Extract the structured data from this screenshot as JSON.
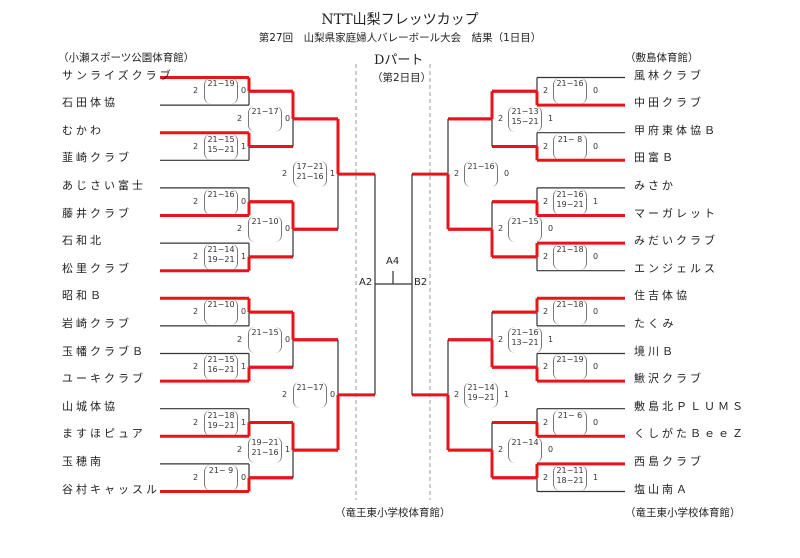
{
  "header": {
    "title": "NTT山梨フレッツカップ",
    "subtitle": "第27回　山梨県家庭婦人バレーボール大会　結果（1日目）"
  },
  "center": {
    "part": "Dパート",
    "day": "（第2日目）",
    "venue": "（竜王東小学校体育館）",
    "left_final_label": "A2",
    "right_final_label": "B2",
    "final_label": "A4"
  },
  "colors": {
    "winner": "#e8141b",
    "line": "#333333",
    "divider": "#999999"
  },
  "left": {
    "venue": "（小瀬スポーツ公園体育館）",
    "teams": [
      "サンライズクラブ",
      "石田体協",
      "むかわ",
      "韮崎クラブ",
      "あじさい富士",
      "藤井クラブ",
      "石和北",
      "松里クラブ",
      "昭和Ｂ",
      "岩崎クラブ",
      "玉幡クラブＢ",
      "ユーキクラブ",
      "山城体協",
      "ますほピュア",
      "玉穂南",
      "谷村キャッスル"
    ],
    "rounds": [
      [
        {
          "winner": "top",
          "winner_sets": "2",
          "loser_sets": "0",
          "scores": [
            "21−19"
          ]
        },
        {
          "winner": "top",
          "winner_sets": "2",
          "loser_sets": "1",
          "scores": [
            "21−15",
            "15−21"
          ]
        },
        {
          "winner": "bottom",
          "winner_sets": "2",
          "loser_sets": "0",
          "scores": [
            "21−16"
          ]
        },
        {
          "winner": "bottom",
          "winner_sets": "2",
          "loser_sets": "1",
          "scores": [
            "21−14",
            "19−21"
          ]
        },
        {
          "winner": "top",
          "winner_sets": "2",
          "loser_sets": "0",
          "scores": [
            "21−10"
          ]
        },
        {
          "winner": "bottom",
          "winner_sets": "2",
          "loser_sets": "1",
          "scores": [
            "21−15",
            "16−21"
          ]
        },
        {
          "winner": "bottom",
          "winner_sets": "2",
          "loser_sets": "1",
          "scores": [
            "21−18",
            "19−21"
          ]
        },
        {
          "winner": "bottom",
          "winner_sets": "2",
          "loser_sets": "0",
          "scores": [
            "21− 9"
          ]
        }
      ],
      [
        {
          "winner": "top",
          "winner_sets": "2",
          "loser_sets": "0",
          "scores": [
            "21−17"
          ]
        },
        {
          "winner": "top",
          "winner_sets": "2",
          "loser_sets": "0",
          "scores": [
            "21−10"
          ]
        },
        {
          "winner": "top",
          "winner_sets": "2",
          "loser_sets": "0",
          "scores": [
            "21−15"
          ]
        },
        {
          "winner": "top",
          "winner_sets": "2",
          "loser_sets": "1",
          "scores": [
            "19−21",
            "21−16"
          ]
        }
      ],
      [
        {
          "winner": "top",
          "winner_sets": "2",
          "loser_sets": "1",
          "scores": [
            "17−21",
            "21−16"
          ]
        },
        {
          "winner": "bottom",
          "winner_sets": "2",
          "loser_sets": "0",
          "scores": [
            "21−17"
          ]
        }
      ]
    ]
  },
  "right": {
    "venue": "（敷島体育館）",
    "bottom_venue": "（竜王東小学校体育館）",
    "teams": [
      "風林クラブ",
      "中田クラブ",
      "甲府東体協Ｂ",
      "田富Ｂ",
      "みさか",
      "マーガレット",
      "みだいクラブ",
      "エンジェルス",
      "住吉体協",
      "たくみ",
      "境川Ｂ",
      "鰍沢クラブ",
      "敷島北ＰＬＵＭＳ",
      "くしがたＢｅｅＺ",
      "西島クラブ",
      "塩山南Ａ"
    ],
    "rounds": [
      [
        {
          "winner": "bottom",
          "winner_sets": "2",
          "loser_sets": "0",
          "scores": [
            "21−16"
          ]
        },
        {
          "winner": "bottom",
          "winner_sets": "2",
          "loser_sets": "0",
          "scores": [
            "21− 8"
          ]
        },
        {
          "winner": "bottom",
          "winner_sets": "2",
          "loser_sets": "1",
          "scores": [
            "21−16",
            "19−21"
          ]
        },
        {
          "winner": "top",
          "winner_sets": "2",
          "loser_sets": "0",
          "scores": [
            "21−18"
          ]
        },
        {
          "winner": "top",
          "winner_sets": "2",
          "loser_sets": "0",
          "scores": [
            "21−18"
          ]
        },
        {
          "winner": "bottom",
          "winner_sets": "2",
          "loser_sets": "0",
          "scores": [
            "21−19"
          ]
        },
        {
          "winner": "bottom",
          "winner_sets": "2",
          "loser_sets": "0",
          "scores": [
            "21− 6"
          ]
        },
        {
          "winner": "top",
          "winner_sets": "2",
          "loser_sets": "1",
          "scores": [
            "21−11",
            "18−21"
          ]
        }
      ],
      [
        {
          "winner": "top",
          "winner_sets": "2",
          "loser_sets": "1",
          "scores": [
            "21−13",
            "15−21"
          ]
        },
        {
          "winner": "bottom",
          "winner_sets": "2",
          "loser_sets": "0",
          "scores": [
            "21−15"
          ]
        },
        {
          "winner": "bottom",
          "winner_sets": "2",
          "loser_sets": "1",
          "scores": [
            "21−16",
            "13−21"
          ]
        },
        {
          "winner": "bottom",
          "winner_sets": "2",
          "loser_sets": "0",
          "scores": [
            "21−14"
          ]
        }
      ],
      [
        {
          "winner": "bottom",
          "winner_sets": "2",
          "loser_sets": "0",
          "scores": [
            "21−16"
          ]
        },
        {
          "winner": "bottom",
          "winner_sets": "2",
          "loser_sets": "1",
          "scores": [
            "21−14",
            "19−21"
          ]
        }
      ]
    ]
  }
}
